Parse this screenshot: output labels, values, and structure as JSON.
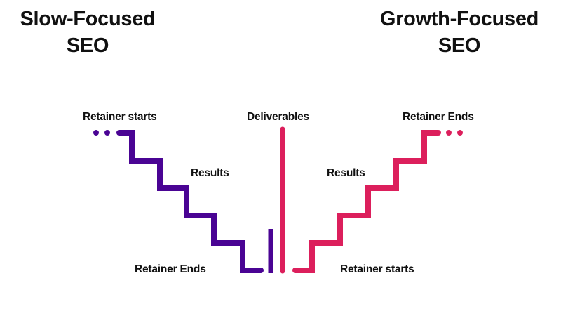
{
  "titles": {
    "left_line1": "Slow-Focused",
    "left_line2": "SEO",
    "right_line1": "Growth-Focused",
    "right_line2": "SEO"
  },
  "labels": {
    "left_start": "Retainer starts",
    "left_results": "Results",
    "left_end": "Retainer Ends",
    "center": "Deliverables",
    "right_results": "Results",
    "right_start": "Retainer starts",
    "right_end": "Retainer Ends"
  },
  "colors": {
    "slow": "#4a0494",
    "growth": "#dc1f5c",
    "text": "#111111"
  },
  "icons": {
    "left_ellipsis": "ellipsis-dots-icon",
    "right_ellipsis": "ellipsis-dots-icon"
  }
}
